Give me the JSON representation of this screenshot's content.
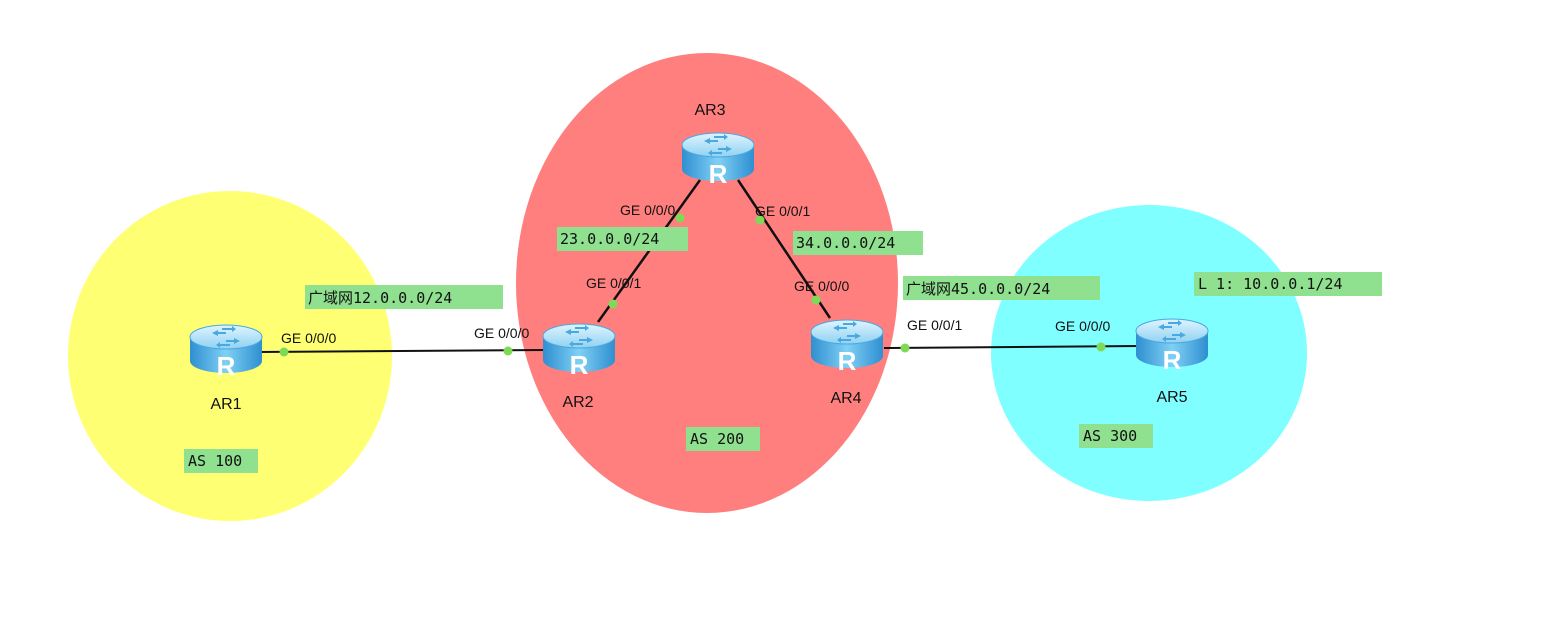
{
  "colors": {
    "as100_fill": "#ffff73",
    "as200_fill": "#ff7f7f",
    "as300_fill": "#7fffff",
    "tag_bg": "#8fe08f",
    "port_dot": "#7ed957",
    "link": "#111111",
    "router_body": "#4aa8e0"
  },
  "routers": {
    "ar1": "AR1",
    "ar2": "AR2",
    "ar3": "AR3",
    "ar4": "AR4",
    "ar5": "AR5"
  },
  "router_icon_glyph": "R",
  "ports": {
    "ar1_ge000": "GE 0/0/0",
    "ar2_ge000": "GE 0/0/0",
    "ar2_ge001": "GE 0/0/1",
    "ar3_ge000": "GE 0/0/0",
    "ar3_ge001": "GE 0/0/1",
    "ar4_ge000": "GE 0/0/0",
    "ar4_ge001": "GE 0/0/1",
    "ar5_ge000": "GE 0/0/0"
  },
  "networks": {
    "wan_12": "广域网12.0.0.0/24",
    "net_23": "23.0.0.0/24",
    "net_34": "34.0.0.0/24",
    "wan_45": "广域网45.0.0.0/24",
    "loopback": "L 1: 10.0.0.1/24"
  },
  "as_labels": {
    "as100": "AS 100",
    "as200": "AS 200",
    "as300": "AS 300"
  }
}
